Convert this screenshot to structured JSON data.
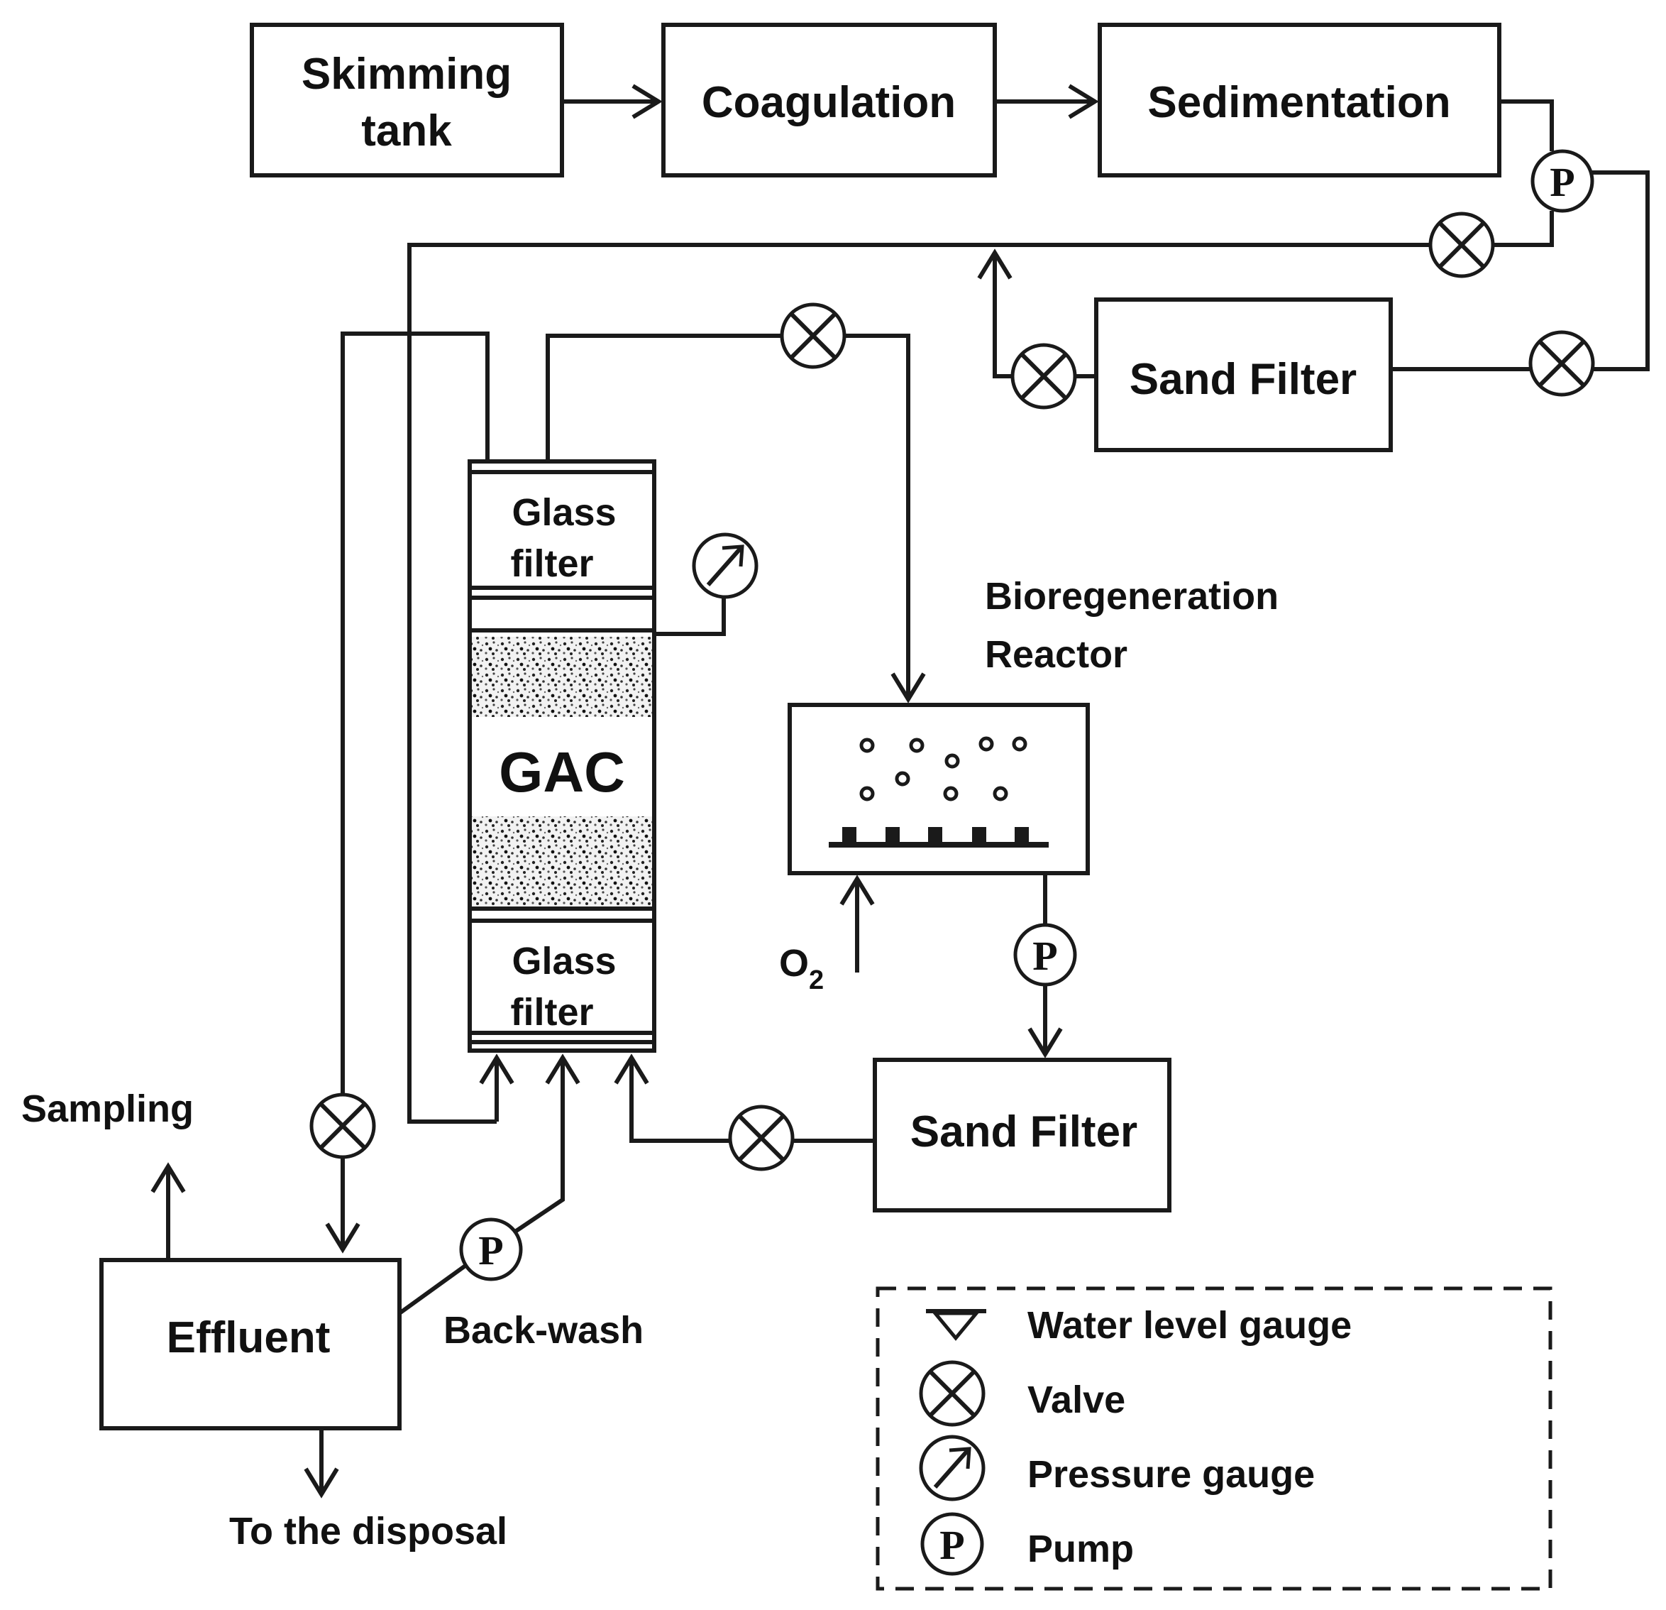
{
  "units": {
    "skimming_tank": {
      "line1": "Skimming",
      "line2": "tank"
    },
    "coagulation": "Coagulation",
    "sedimentation": "Sedimentation",
    "sand_filter_top": "Sand Filter",
    "sand_filter_bottom": "Sand Filter",
    "effluent": "Effluent",
    "bioregeneration_reactor": {
      "line1": "Bioregeneration",
      "line2": "Reactor"
    }
  },
  "column": {
    "top_glass_filter": {
      "line1": "Glass",
      "line2": "filter"
    },
    "media": "GAC",
    "bottom_glass_filter": {
      "line1": "Glass",
      "line2": "filter"
    }
  },
  "streams": {
    "oxygen": {
      "base": "O",
      "sub": "2"
    },
    "sampling": "Sampling",
    "backwash": "Back-wash",
    "disposal": "To the disposal"
  },
  "symbols": {
    "pump": "P"
  },
  "legend": {
    "items": [
      {
        "symbol": "triangle-down-icon",
        "label": "Water level gauge"
      },
      {
        "symbol": "valve-icon",
        "label": "Valve"
      },
      {
        "symbol": "pressure-gauge-icon",
        "label": "Pressure gauge"
      },
      {
        "symbol": "pump-icon",
        "label": "Pump"
      }
    ]
  }
}
